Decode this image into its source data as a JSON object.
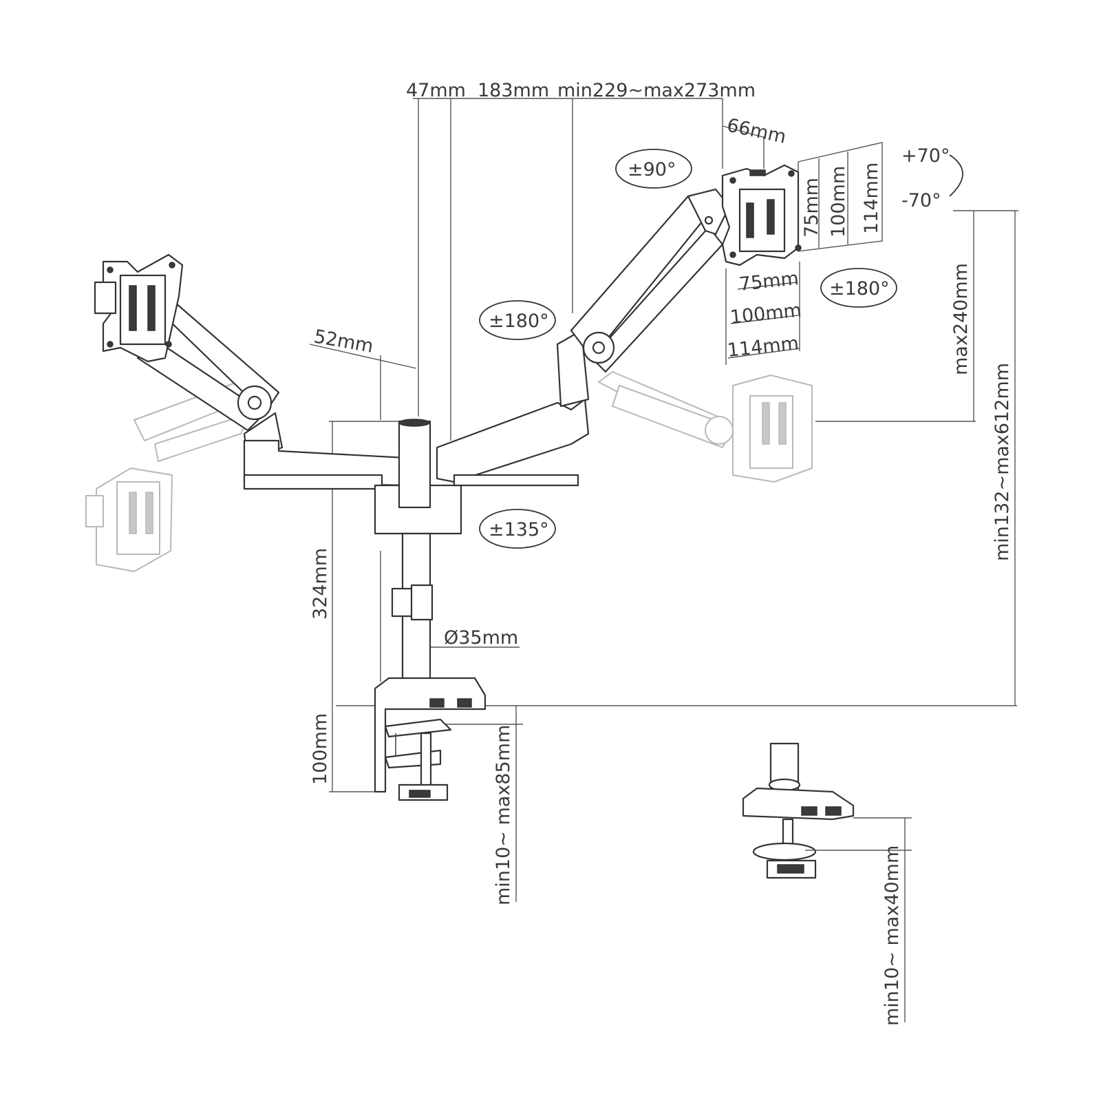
{
  "dimensions": {
    "offset_47": "47mm",
    "arm_183": "183mm",
    "arm_range": "min229~max273mm",
    "tilt_offset_66": "66mm",
    "pole_offset_52": "52mm",
    "pole_height": "324mm",
    "pole_diameter": "Ø35mm",
    "clamp_height": "100mm",
    "clamp_range": "min10~ max85mm",
    "grommet_range": "min10~ max40mm",
    "height_max": "max240mm",
    "height_range": "min132~max612mm",
    "vesa_75_h": "75mm",
    "vesa_100_h": "100mm",
    "vesa_114_h": "114mm",
    "vesa_75_v": "75mm",
    "vesa_100_v": "100mm",
    "vesa_114_v": "114mm"
  },
  "rotations": {
    "swivel_90": "±90°",
    "rotate_180_arm": "±180°",
    "rotate_180_head": "±180°",
    "swivel_135": "±135°",
    "tilt_up": "+70°",
    "tilt_down": "-70°"
  }
}
